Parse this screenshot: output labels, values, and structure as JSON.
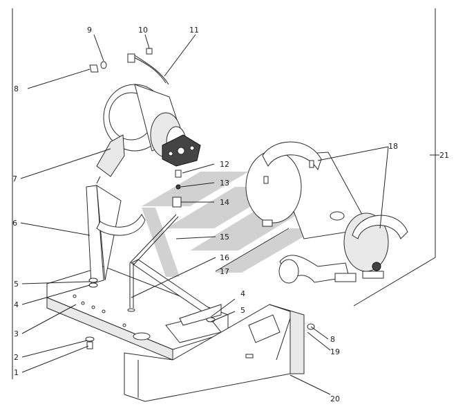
{
  "labels": {
    "l1": "1",
    "l2": "2",
    "l3": "3",
    "l4a": "4",
    "l4b": "4",
    "l5a": "5",
    "l5b": "5",
    "l6": "6",
    "l7": "7",
    "l8a": "8",
    "l8b": "8",
    "l9": "9",
    "l10": "10",
    "l11": "11",
    "l12": "12",
    "l13": "13",
    "l14": "14",
    "l15": "15",
    "l16": "16",
    "l17": "17",
    "l18": "18",
    "l19": "19",
    "l20": "20",
    "l21": "21"
  },
  "colors": {
    "stroke": "#222222",
    "watermark": "#9a9a9a"
  },
  "icons": {
    "watermark": "logo-watermark"
  }
}
